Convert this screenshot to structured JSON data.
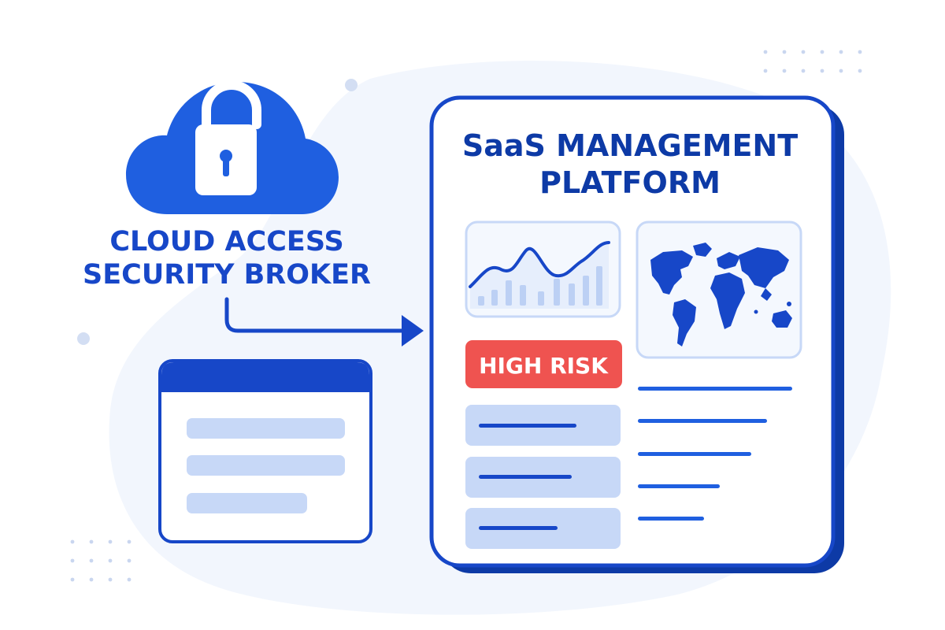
{
  "cloud_label": {
    "line1": "CLOUD ACCESS",
    "line2": "SECURITY BROKER"
  },
  "platform": {
    "title_line1": "SaaS MANAGEMENT",
    "title_line2": "PLATFORM",
    "risk_badge": "HIGH RISK"
  },
  "colors": {
    "primary": "#1747c8",
    "dark_blue": "#0d3aa6",
    "light_blue": "#c7d8f7",
    "pale_blue": "#eef3fd",
    "risk_red": "#ef5350",
    "icon_cloud": "#1f5fe0"
  },
  "icons": {
    "cloud": "cloud-lock-icon",
    "map": "world-map-icon",
    "chart": "line-chart-icon",
    "arrow": "arrow-right-icon"
  }
}
